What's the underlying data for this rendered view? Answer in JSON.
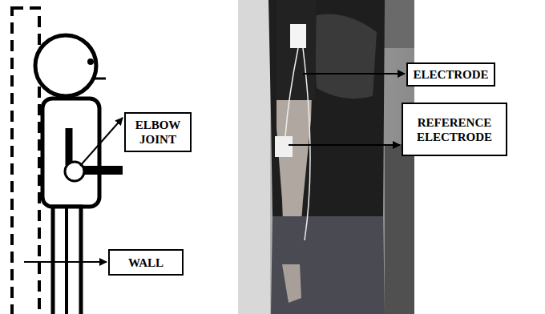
{
  "diagram": {
    "nodes": [
      {
        "text": [
          "ELBOW JOINT"
        ]
      },
      {
        "text": [
          "WALL"
        ]
      },
      {
        "text": [
          "ELECTRODE"
        ]
      },
      {
        "text": [
          "REFERENCE ELECTRODE"
        ]
      }
    ]
  }
}
